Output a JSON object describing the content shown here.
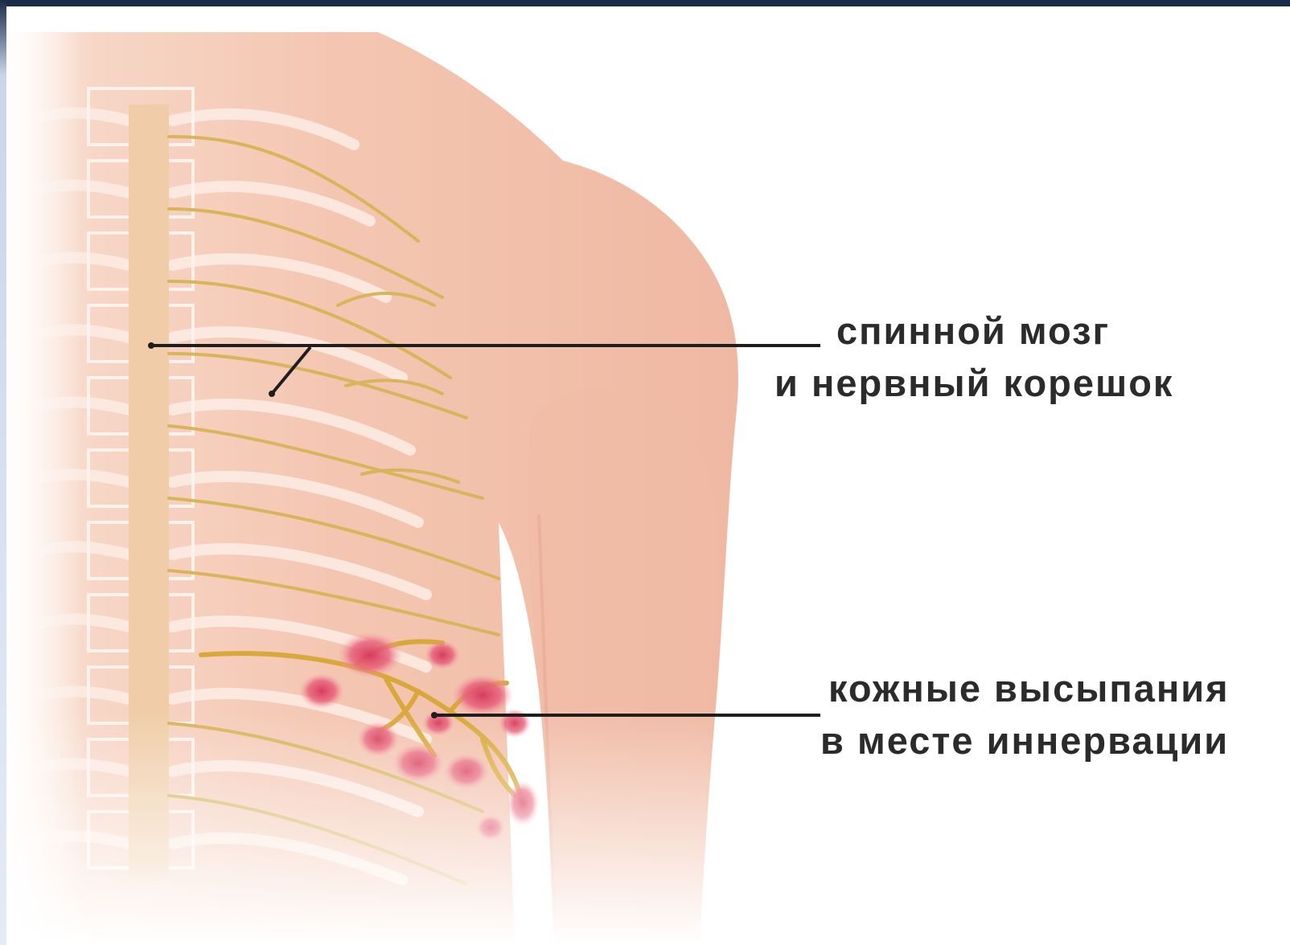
{
  "labels": {
    "spinal_cord_line1": "спинной мозг",
    "spinal_cord_line2": "и нервный корешок",
    "rash_line1": "кожные высыпания",
    "rash_line2": "в месте иннервации"
  },
  "colors": {
    "skin": "#f3c2ad",
    "skin_light": "#fbe4d8",
    "spine": "#f0cda8",
    "nerve": "#d8b45a",
    "rash": "#e0506a",
    "frame": "#1a2a47",
    "leader_line": "#1e1e1e"
  }
}
